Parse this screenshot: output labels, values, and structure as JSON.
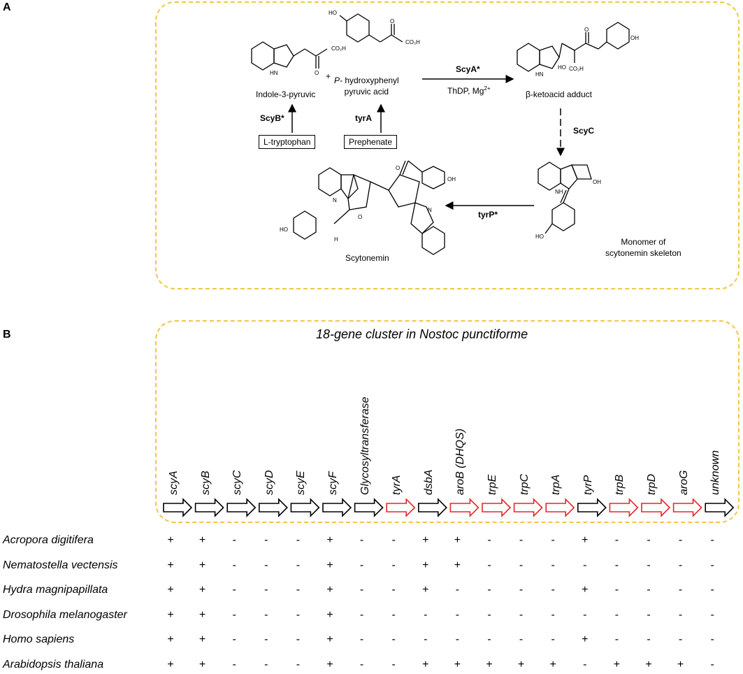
{
  "panel_a": {
    "label": "A",
    "indole_name": "Indole-3-pyruvic",
    "phpp_name_line1_italic": "P-",
    "phpp_name_line1_rest": " hydroxyphenyl",
    "phpp_name_line2": "pyruvic acid",
    "plus": "+",
    "scyb": "ScyB*",
    "tyra": "tyrA",
    "l_tryptophan": "L-tryptophan",
    "prephenate": "Prephenate",
    "scya": "ScyA*",
    "thdp": "ThDP, Mg",
    "thdp_sup": "2+",
    "adduct_name": "β-ketoacid adduct",
    "scyc": "ScyC",
    "monomer_line1": "Monomer of",
    "monomer_line2": "scytonemin skeleton",
    "tyrp": "tyrP*",
    "scytonemin": "Scytonemin",
    "atoms": {
      "co2h": "CO₂H",
      "o": "O",
      "hn": "HN",
      "ho": "HO",
      "oh": "OH",
      "nh": "NH",
      "n": "N",
      "h": "H"
    }
  },
  "panel_b": {
    "label": "B",
    "cluster_title": "18-gene cluster in Nostoc punctiforme",
    "genes": [
      {
        "name": "scyA",
        "color": "#000000"
      },
      {
        "name": "scyB",
        "color": "#000000"
      },
      {
        "name": "scyC",
        "color": "#000000"
      },
      {
        "name": "scyD",
        "color": "#000000"
      },
      {
        "name": "scyE",
        "color": "#000000"
      },
      {
        "name": "scyF",
        "color": "#000000"
      },
      {
        "name": "Glycosyltransferase",
        "color": "#000000"
      },
      {
        "name": "tyrA",
        "color": "#e3262b"
      },
      {
        "name": "dsbA",
        "color": "#000000"
      },
      {
        "name": "aroB (DHQS)",
        "color": "#e3262b"
      },
      {
        "name": "trpE",
        "color": "#e3262b"
      },
      {
        "name": "trpC",
        "color": "#e3262b"
      },
      {
        "name": "trpA",
        "color": "#e3262b"
      },
      {
        "name": "tyrP",
        "color": "#000000"
      },
      {
        "name": "trpB",
        "color": "#e3262b"
      },
      {
        "name": "trpD",
        "color": "#e3262b"
      },
      {
        "name": "aroG",
        "color": "#e3262b"
      },
      {
        "name": "unknown",
        "color": "#000000"
      }
    ],
    "species": [
      {
        "name": "Acropora digitifera",
        "marks": [
          "+",
          "+",
          "-",
          "-",
          "-",
          "+",
          "-",
          "-",
          "+",
          "+",
          "-",
          "-",
          "-",
          "+",
          "-",
          "-",
          "-",
          "-"
        ]
      },
      {
        "name": "Nematostella vectensis",
        "marks": [
          "+",
          "+",
          "-",
          "-",
          "-",
          "+",
          "-",
          "-",
          "+",
          "+",
          "-",
          "-",
          "-",
          "-",
          "-",
          "-",
          "-",
          "-"
        ]
      },
      {
        "name": "Hydra magnipapillata",
        "marks": [
          "+",
          "+",
          "-",
          "-",
          "-",
          "+",
          "-",
          "-",
          "+",
          "-",
          "-",
          "-",
          "-",
          "+",
          "-",
          "-",
          "-",
          "-"
        ]
      },
      {
        "name": "Drosophila melanogaster",
        "marks": [
          "+",
          "+",
          "-",
          "-",
          "-",
          "+",
          "-",
          "-",
          "-",
          "-",
          "-",
          "-",
          "-",
          "-",
          "-",
          "-",
          "-",
          "-"
        ]
      },
      {
        "name": "Homo sapiens",
        "marks": [
          "+",
          "+",
          "-",
          "-",
          "-",
          "+",
          "-",
          "-",
          "-",
          "-",
          "-",
          "-",
          "-",
          "+",
          "-",
          "-",
          "-",
          "-"
        ]
      },
      {
        "name": "Arabidopsis thaliana",
        "marks": [
          "+",
          "+",
          "-",
          "-",
          "-",
          "+",
          "-",
          "-",
          "+",
          "+",
          "+",
          "+",
          "+",
          "-",
          "+",
          "+",
          "+",
          "-"
        ]
      }
    ]
  },
  "colors": {
    "dashed_box": "#f2c744",
    "red_gene": "#e3262b",
    "black_gene": "#000000"
  }
}
